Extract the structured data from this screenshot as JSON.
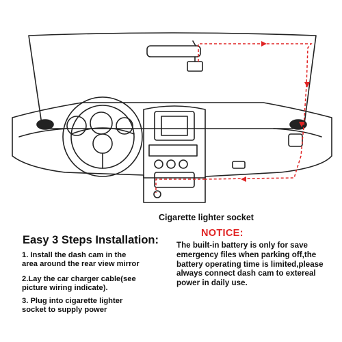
{
  "colors": {
    "line": "#222222",
    "wire": "#e02424",
    "notice": "#e02424",
    "text": "#111111"
  },
  "labels": {
    "socket": "Cigarette lighter socket"
  },
  "steps": {
    "title": "Easy 3 Steps Installation:",
    "items": [
      [
        "1. Install the dash cam in the",
        "area around the rear view mirror"
      ],
      [
        "2.Lay the car charger cable(see",
        "picture wiring indicate)."
      ],
      [
        "3. Plug into cigarette lighter",
        "socket to supply power"
      ]
    ]
  },
  "notice": {
    "title": "NOTICE:",
    "text": "The built-in battery is only for save emergency files when parking off,the battery operating time is limited,please always connect dash cam to extereal power in daily use."
  },
  "icons": [
    "windshield-icon",
    "rear-view-mirror-icon",
    "dash-cam-icon",
    "steering-wheel-icon",
    "gauge-cluster-icon",
    "center-console-icon",
    "cigarette-lighter-socket-icon",
    "air-vent-icon",
    "wire-route-arrow-icon"
  ]
}
